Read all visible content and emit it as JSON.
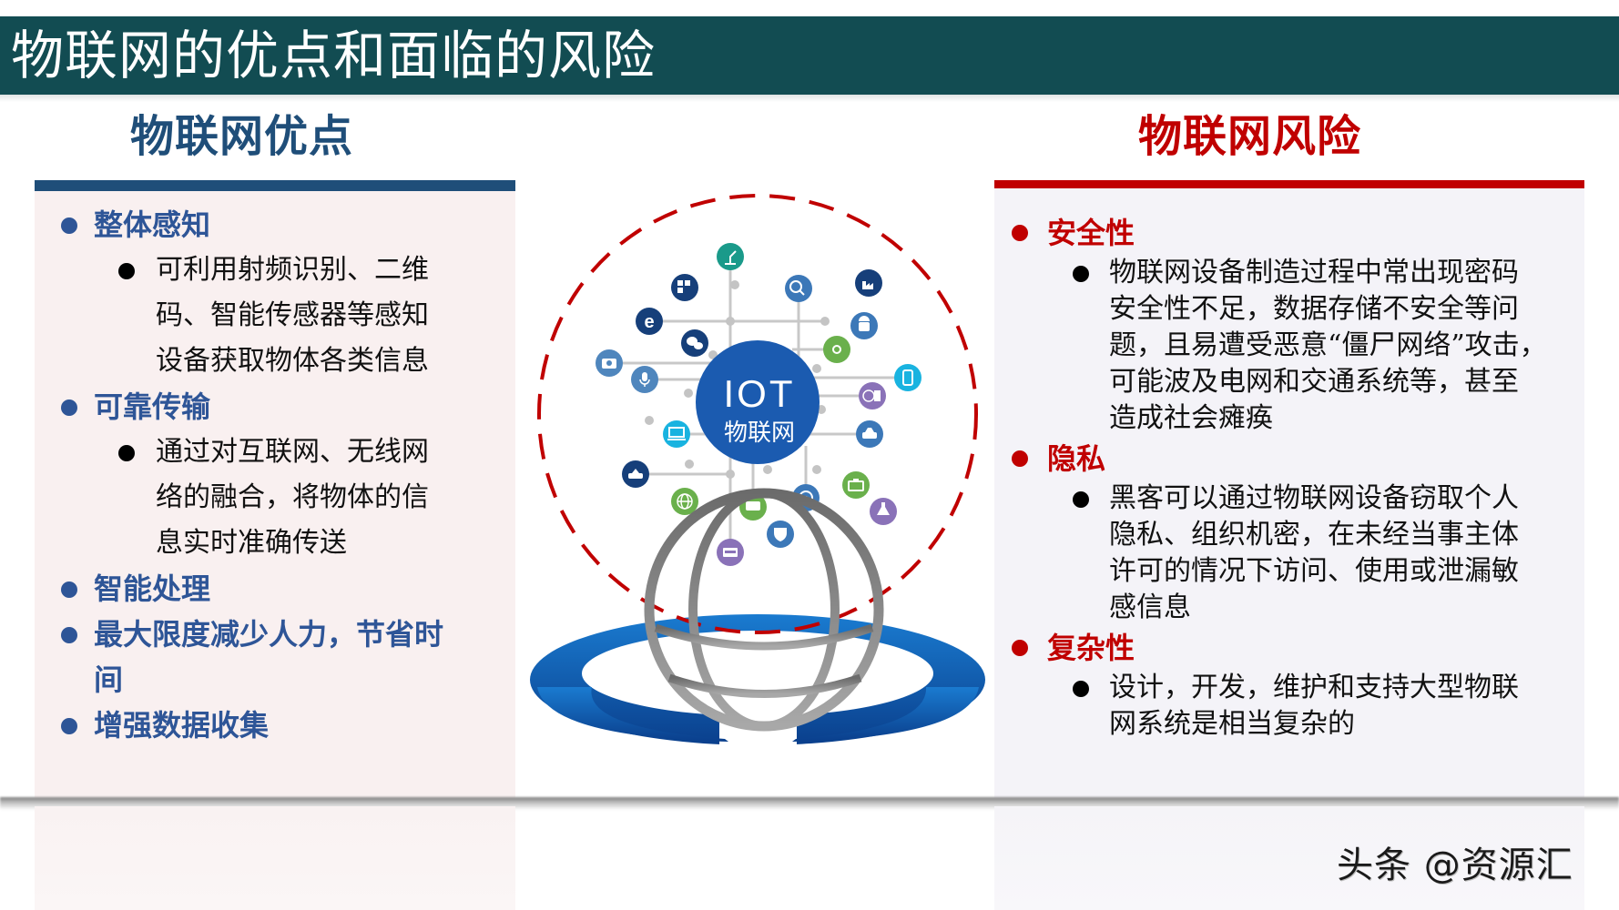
{
  "title": "物联网的优点和面临的风险",
  "advantages": {
    "heading": "物联网优点",
    "accent_color": "#1f4e79",
    "items": [
      {
        "label": "整体感知",
        "detail_lines": [
          "可利用射频识别、二维",
          "码、智能传感器等感知",
          "设备获取物体各类信息"
        ]
      },
      {
        "label": "可靠传输",
        "detail_lines": [
          "通过对互联网、无线网",
          "络的融合，将物体的信",
          "息实时准确传送"
        ]
      },
      {
        "label": "智能处理",
        "detail_lines": []
      },
      {
        "label": "最大限度减少人力，节省时间",
        "label_lines": [
          "最大限度减少人力，节省时",
          "间"
        ],
        "detail_lines": []
      },
      {
        "label": "增强数据收集",
        "detail_lines": []
      }
    ]
  },
  "risks": {
    "heading": "物联网风险",
    "accent_color": "#c00000",
    "items": [
      {
        "label": "安全性",
        "detail_lines": [
          "物联网设备制造过程中常出现密码",
          "安全性不足，数据存储不安全等问",
          "题，且易遭受恶意“僵尸网络”攻击，",
          "可能波及电网和交通系统等，甚至",
          "造成社会瘫痪"
        ]
      },
      {
        "label": "隐私",
        "detail_lines": [
          "黑客可以通过物联网设备窃取个人",
          "隐私、组织机密，在未经当事主体",
          "许可的情况下访问、使用或泄漏敏",
          "感信息"
        ]
      },
      {
        "label": "复杂性",
        "detail_lines": [
          "设计，开发，维护和支持大型物联",
          "网系统是相当复杂的"
        ]
      }
    ]
  },
  "graphic": {
    "hub_line1": "IOT",
    "hub_line2": "物联网",
    "hub_color": "#1b5bb0",
    "icons": [
      "robot-arm",
      "windows",
      "globe-search",
      "factory",
      "browser-e",
      "android",
      "wechat",
      "target",
      "camera",
      "microphone",
      "phone",
      "bitcoin",
      "laptop",
      "car",
      "drone-car",
      "globe",
      "bus",
      "film",
      "briefcase",
      "flask",
      "shield",
      "printer"
    ]
  },
  "watermark": "头条 @资源汇",
  "colors": {
    "title_bar": "#124c52",
    "left_panel_bg": "#f9f0f0",
    "right_panel_bg": "#f4f3f8",
    "dashed_circle": "#c00000",
    "swoosh": "#0a63b8",
    "globe": "#8a8a8a"
  }
}
